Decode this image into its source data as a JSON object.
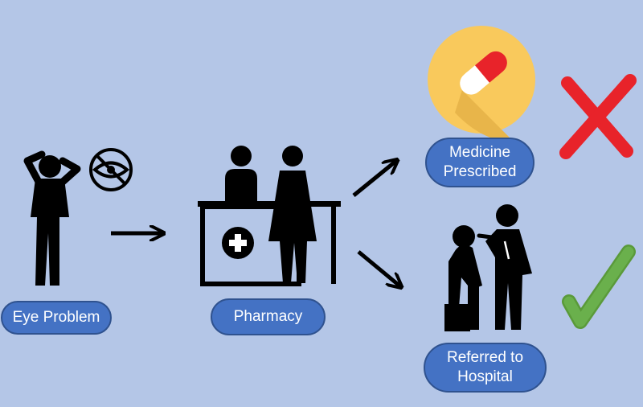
{
  "nodes": {
    "eye_problem": {
      "label": "Eye Problem"
    },
    "pharmacy": {
      "label": "Pharmacy"
    },
    "medicine": {
      "line1": "Medicine",
      "line2": "Prescribed"
    },
    "hospital": {
      "line1": "Referred to",
      "line2": "Hospital"
    }
  },
  "icons": {
    "person_eye_pain": "person-holding-eye-icon",
    "no_vision": "crossed-eye-icon",
    "pharmacy_counter": "pharmacy-counter-icon",
    "pill": "pill-capsule-icon",
    "doctor_patient": "doctor-examining-patient-icon",
    "cross_mark": "red-x-icon",
    "check_mark": "green-check-icon"
  },
  "colors": {
    "background": "#b4c6e7",
    "pill_fill": "#4472c4",
    "pill_border": "#2f528f",
    "capsule_circle": "#f9c95c",
    "capsule_red": "#e8232a",
    "cross": "#e8232a",
    "check": "#6ab04c",
    "icon": "#000000"
  },
  "edges": [
    {
      "from": "eye_problem",
      "to": "pharmacy"
    },
    {
      "from": "pharmacy",
      "to": "medicine"
    },
    {
      "from": "pharmacy",
      "to": "hospital"
    }
  ]
}
